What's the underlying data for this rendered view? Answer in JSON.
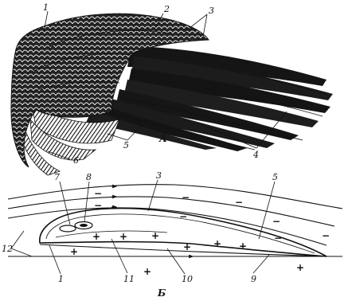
{
  "panels": {
    "wing": {
      "caption": "А"
    },
    "airfoil": {
      "caption": "Б"
    }
  },
  "labels": [
    "1",
    "2",
    "3",
    "4",
    "5",
    "6",
    "7",
    "8",
    "3",
    "5",
    "12",
    "1",
    "11",
    "10",
    "9"
  ],
  "pressure_signs": {
    "low": "−",
    "high": "+"
  },
  "colors": {
    "ink": "#111111",
    "paper": "#ffffff"
  }
}
